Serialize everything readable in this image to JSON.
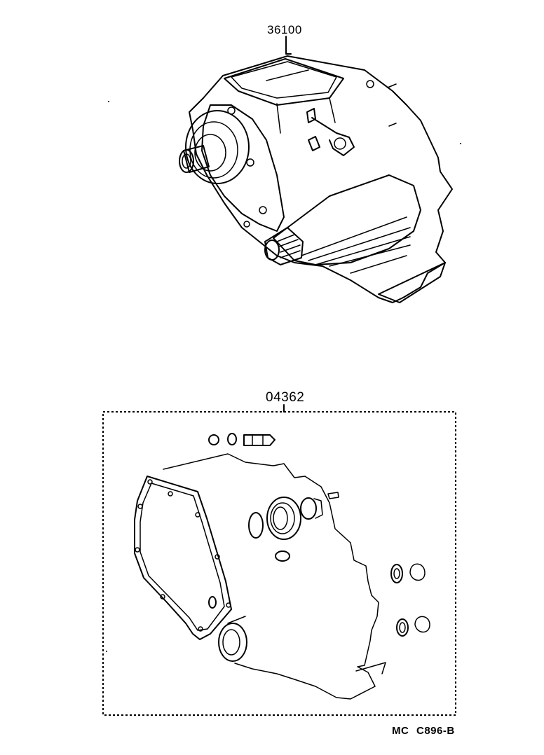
{
  "diagram": {
    "type": "exploded-parts-diagram",
    "parts": [
      {
        "part_number": "36100",
        "description_shape": "transfer-case-assembly"
      },
      {
        "part_number": "04362",
        "description_shape": "gasket-and-seal-kit"
      }
    ],
    "figure_code": "MC  C896-B"
  },
  "labels": {
    "top_part": "36100",
    "kit_part": "04362",
    "figure_code": "MC  C896-B"
  }
}
